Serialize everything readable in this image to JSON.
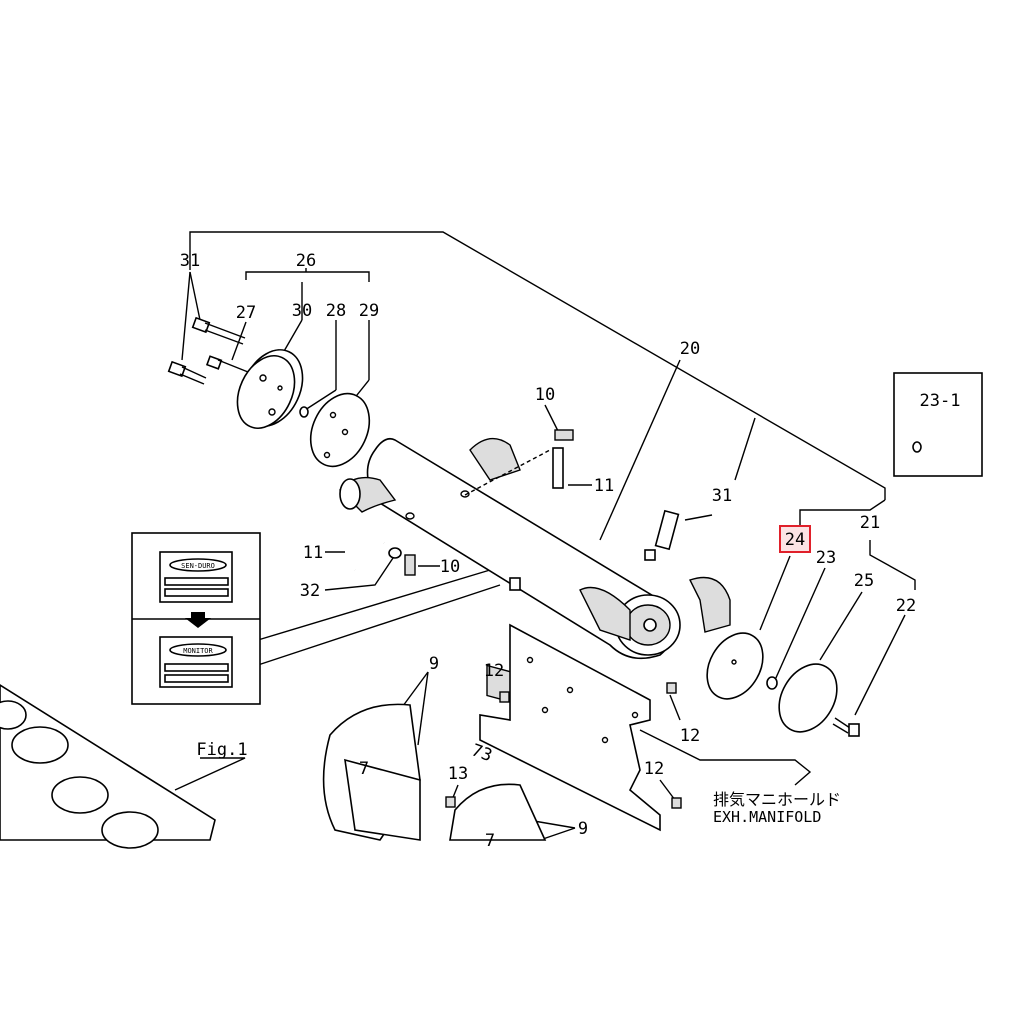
{
  "diagram": {
    "title_jp": "排気マニホールド",
    "title_en": "EXH.MANIFOLD",
    "figure_ref": "Fig.1",
    "highlight_color": "#e0202a",
    "highlighted_part": "24",
    "inset_label_before": "SEN-DURO",
    "inset_label_after": "MONITOR",
    "callouts": [
      "31",
      "26",
      "27",
      "30",
      "28",
      "29",
      "20",
      "10",
      "11",
      "31",
      "23-1",
      "21",
      "24",
      "23",
      "25",
      "22",
      "11",
      "32",
      "10",
      "9",
      "12",
      "12",
      "13",
      "7",
      "9",
      "7",
      "12",
      "73"
    ]
  }
}
